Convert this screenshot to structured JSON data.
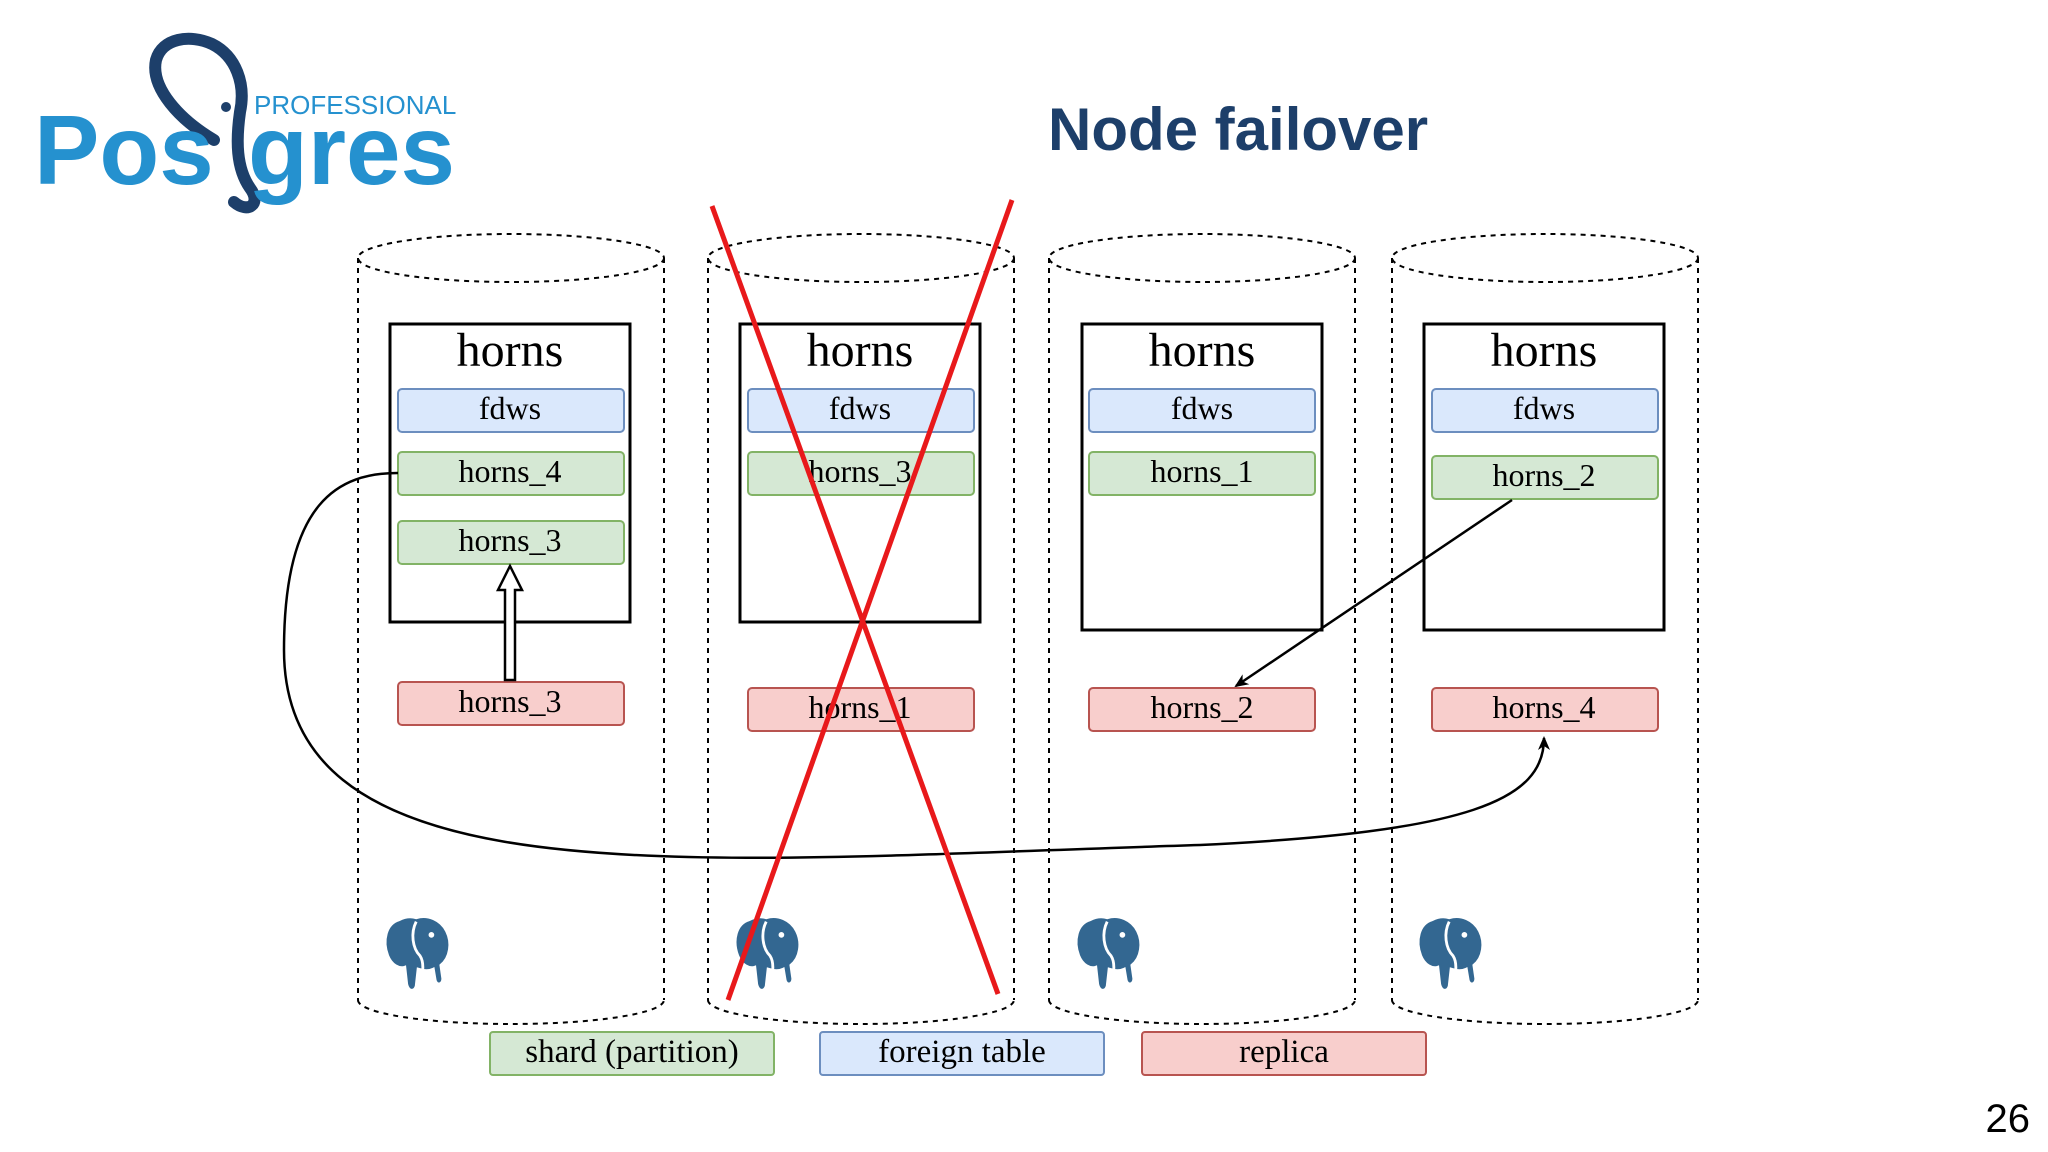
{
  "logo": {
    "top_text": "PROFESSIONAL",
    "part_left": "Pos",
    "part_right": "gres",
    "color": "#2591cf",
    "dark_color": "#1d3f6a"
  },
  "title": "Node failover",
  "page_number": "26",
  "colors": {
    "foreign_fill": "#dae8fc",
    "foreign_stroke": "#6c8ebf",
    "shard_fill": "#d5e8d4",
    "shard_stroke": "#82b366",
    "replica_fill": "#f8cecc",
    "replica_stroke": "#b85450",
    "cross": "#e8191b",
    "elephant": "#336791"
  },
  "nodes": [
    {
      "box_title": "horns",
      "fdw": "fdws",
      "shards": [
        "horns_4",
        "horns_3"
      ],
      "replica": "horns_3",
      "failed": false
    },
    {
      "box_title": "horns",
      "fdw": "fdws",
      "shards": [
        "horns_3"
      ],
      "replica": "horns_1",
      "failed": true
    },
    {
      "box_title": "horns",
      "fdw": "fdws",
      "shards": [
        "horns_1"
      ],
      "replica": "horns_2",
      "failed": false
    },
    {
      "box_title": "horns",
      "fdw": "fdws",
      "shards": [
        "horns_2"
      ],
      "replica": "horns_4",
      "failed": false
    }
  ],
  "legend": {
    "shard": "shard (partition)",
    "foreign": "foreign table",
    "replica": "replica"
  }
}
